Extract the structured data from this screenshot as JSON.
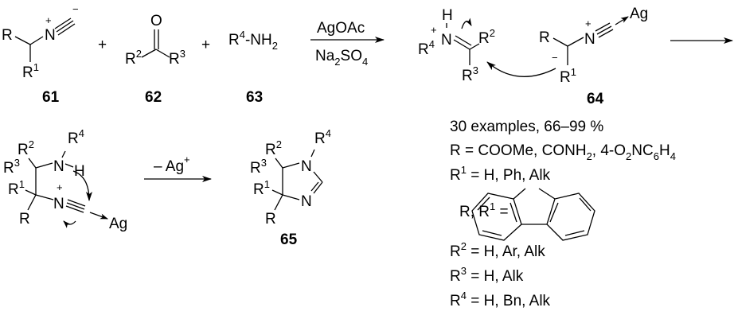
{
  "scheme": {
    "compounds": {
      "c61": {
        "label": "61",
        "R": "R",
        "R1": "R",
        "R1_sup": "1",
        "N": "N",
        "plus": "+",
        "minus": "−"
      },
      "c62": {
        "label": "62",
        "O": "O",
        "R2": "R",
        "R2_sup": "2",
        "R3": "R",
        "R3_sup": "3"
      },
      "c63": {
        "label": "63",
        "R4": "R",
        "R4_sup": "4",
        "NH": "-NH",
        "NH_sub": "2"
      },
      "c64": {
        "label": "64",
        "H": "H",
        "N": "N",
        "plus": "+",
        "R4": "R",
        "R4_sup": "4",
        "R2": "R",
        "R2_sup": "2",
        "R3": "R",
        "R3_sup": "3",
        "R": "R",
        "R1": "R",
        "R1_sup": "1",
        "minus": "−",
        "Ag": "Ag"
      },
      "c65": {
        "label": "65",
        "R2": "R",
        "R2_sup": "2",
        "R3": "R",
        "R3_sup": "3",
        "R1": "R",
        "R1_sup": "1",
        "R": "R",
        "R4": "R",
        "R4_sup": "4",
        "N": "N"
      }
    },
    "plus_sign": "+",
    "step1": {
      "reagent_top": "AgOAc",
      "reagent_bottom_a": "Na",
      "reagent_bottom_sub1": "2",
      "reagent_bottom_b": "SO",
      "reagent_bottom_sub2": "4"
    },
    "intermediate": {
      "R2": "R",
      "R2_sup": "2",
      "R3": "R",
      "R3_sup": "3",
      "R4": "R",
      "R4_sup": "4",
      "R1": "R",
      "R1_sup": "1",
      "R": "R",
      "N": "N",
      "H": "H",
      "plus": "+",
      "Ag": "Ag"
    },
    "step2": {
      "reagent": "– Ag",
      "reagent_sup": "+"
    },
    "conditions": {
      "examples": "30 examples, 66–99 %",
      "R_line": {
        "a": "R = COOMe, CONH",
        "sub1": "2",
        "b": ", 4-O",
        "sub2": "2",
        "c": "NC",
        "sub3": "6",
        "d": "H",
        "sub4": "4"
      },
      "R1_line": {
        "a": "R",
        "sup": "1",
        "b": " = H, Ph, Alk"
      },
      "RR1_line": {
        "a": "R, R",
        "sup": "1",
        "b": " ="
      },
      "R2_line": {
        "a": "R",
        "sup": "2",
        "b": " = H, Ar, Alk"
      },
      "R3_line": {
        "a": "R",
        "sup": "3",
        "b": " = H, Alk"
      },
      "R4_line": {
        "a": "R",
        "sup": "4",
        "b": " = H, Bn, Alk"
      }
    }
  }
}
